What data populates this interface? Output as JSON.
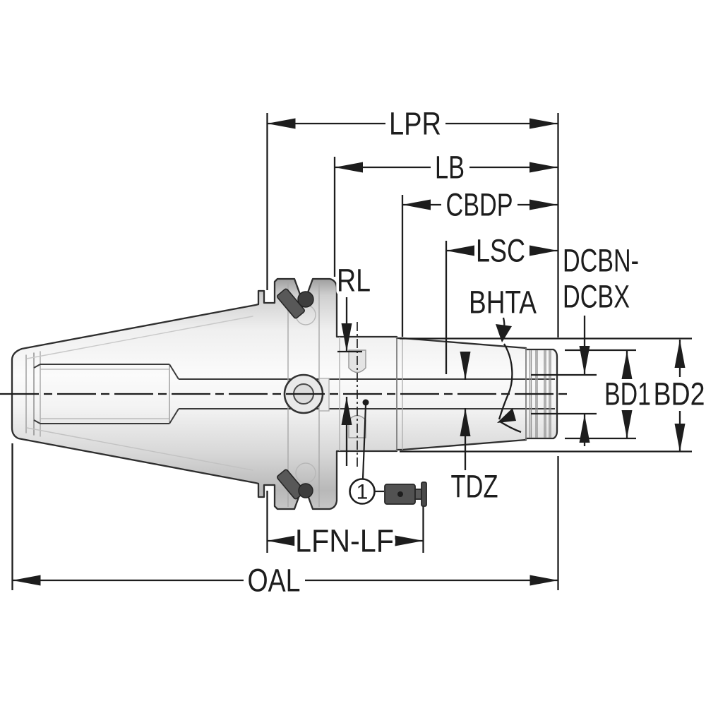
{
  "figure": {
    "type": "technical-dimension-drawing",
    "subject": "CNC tool holder (taper shank chuck) side view with dimension callouts",
    "background": "#ffffff",
    "line_color": "#1d1d1d",
    "body_light": "#f7f7f7",
    "body_dark": "#9e9e9e",
    "hardware_color": "#4f4f4f"
  },
  "labels": {
    "lpr": "LPR",
    "lb": "LB",
    "cbdp": "CBDP",
    "lsc": "LSC",
    "dcbn_line1": "DCBN-",
    "dcbn_line2": "DCBX",
    "rl": "RL",
    "bhta": "BHTA",
    "bd1": "BD1",
    "bd2": "BD2",
    "tdz": "TDZ",
    "lfn_lf": "LFN-LF",
    "oal": "OAL",
    "callout_1": "1"
  }
}
